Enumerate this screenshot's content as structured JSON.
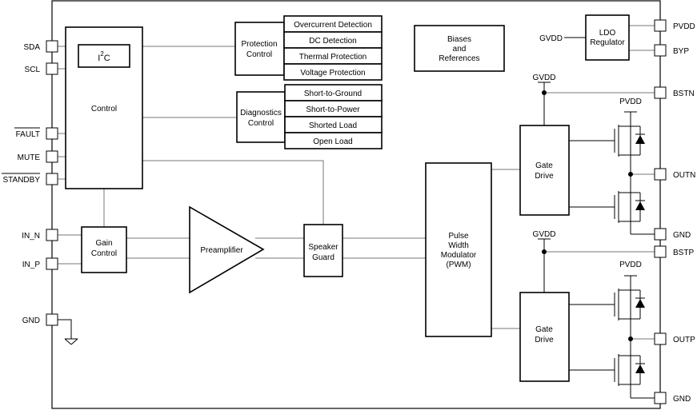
{
  "blocks": {
    "i2c": {
      "main": "I",
      "sup": "2",
      "tail": "C"
    },
    "control": "Control",
    "protection_control": [
      "Protection",
      "Control"
    ],
    "protection_items": [
      "Overcurrent Detection",
      "DC Detection",
      "Thermal Protection",
      "Voltage Protection"
    ],
    "diagnostics_control": [
      "Diagnostics",
      "Control"
    ],
    "diagnostics_items": [
      "Short-to-Ground",
      "Short-to-Power",
      "Shorted Load",
      "Open Load"
    ],
    "biases": [
      "Biases",
      "and",
      "References"
    ],
    "ldo": [
      "LDO",
      "Regulator"
    ],
    "gain_control": [
      "Gain",
      "Control"
    ],
    "preamplifier": "Preamplifier",
    "speaker_guard": [
      "Speaker",
      "Guard"
    ],
    "pwm": [
      "Pulse",
      "Width",
      "Modulator",
      "(PWM)"
    ],
    "gate_drive": [
      "Gate",
      "Drive"
    ]
  },
  "left_pins": [
    "SDA",
    "SCL",
    "FAULT",
    "MUTE",
    "STANDBY",
    "IN_N",
    "IN_P",
    "GND"
  ],
  "right_pins": [
    "PVDD",
    "BYP",
    "BSTN",
    "OUTN",
    "GND",
    "BSTP",
    "OUTP",
    "GND"
  ],
  "supply_labels": {
    "gvdd": "GVDD",
    "pvdd": "PVDD"
  }
}
